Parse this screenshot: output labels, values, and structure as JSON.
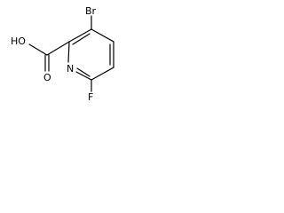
{
  "molecule": {
    "atoms": {
      "bromine": "Br",
      "hydroxyl": "HO",
      "carbonyl_oxygen": "O",
      "ring_nitrogen": "N",
      "fluorine": "F"
    },
    "colors": {
      "bond": "#000000",
      "label": "#000000",
      "background": "#ffffff"
    }
  }
}
